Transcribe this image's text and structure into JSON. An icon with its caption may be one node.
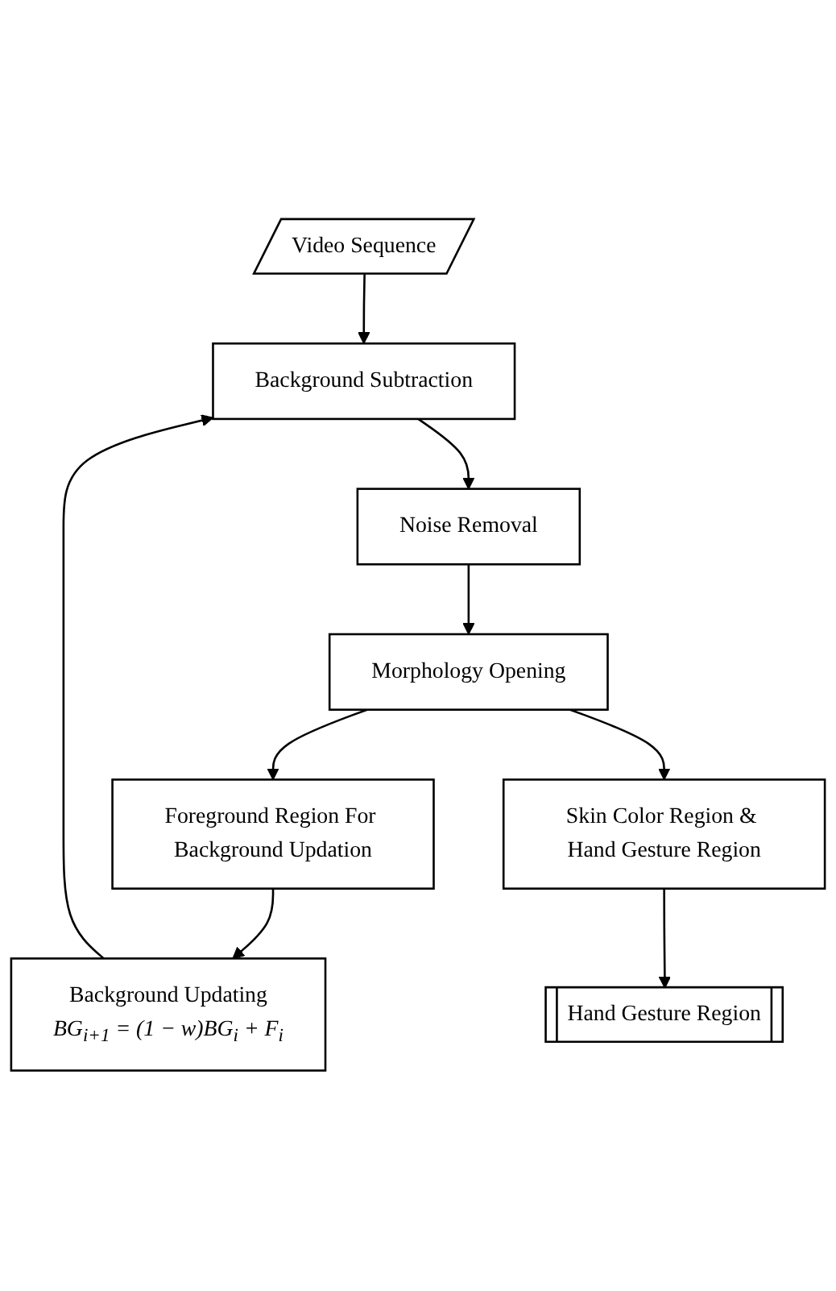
{
  "diagram": {
    "nodes": [
      {
        "text": [
          "Video Sequence"
        ]
      },
      {
        "text": [
          "Background Updating",
          "BG$_{i+1}$ = (1 − w)BG$_{i}$ + F$_{i}$"
        ]
      },
      {
        "text": [
          "Background Subtraction"
        ]
      },
      {
        "text": [
          "Noise Removal"
        ]
      },
      {
        "text": [
          "Foreground Region For Background Updation"
        ]
      },
      {
        "text": [
          "Morphology Opening"
        ]
      },
      {
        "text": [
          "Hand Gesture Region"
        ]
      },
      {
        "text": [
          "Skin Color Region & Hand Gesture Region"
        ]
      }
    ],
    "edges": [
      {
        "from": 0,
        "to": 2,
        "arrow": "to"
      },
      {
        "from": 1,
        "to": 2,
        "arrow": "to"
      },
      {
        "from": 2,
        "to": 3,
        "arrow": "to"
      },
      {
        "from": 3,
        "to": 5,
        "arrow": "to"
      },
      {
        "from": 5,
        "to": 4,
        "arrow": "to"
      },
      {
        "from": 4,
        "to": 1,
        "arrow": "to"
      },
      {
        "from": 5,
        "to": 7,
        "arrow": "to"
      },
      {
        "from": 7,
        "to": 6,
        "arrow": "to"
      }
    ]
  }
}
